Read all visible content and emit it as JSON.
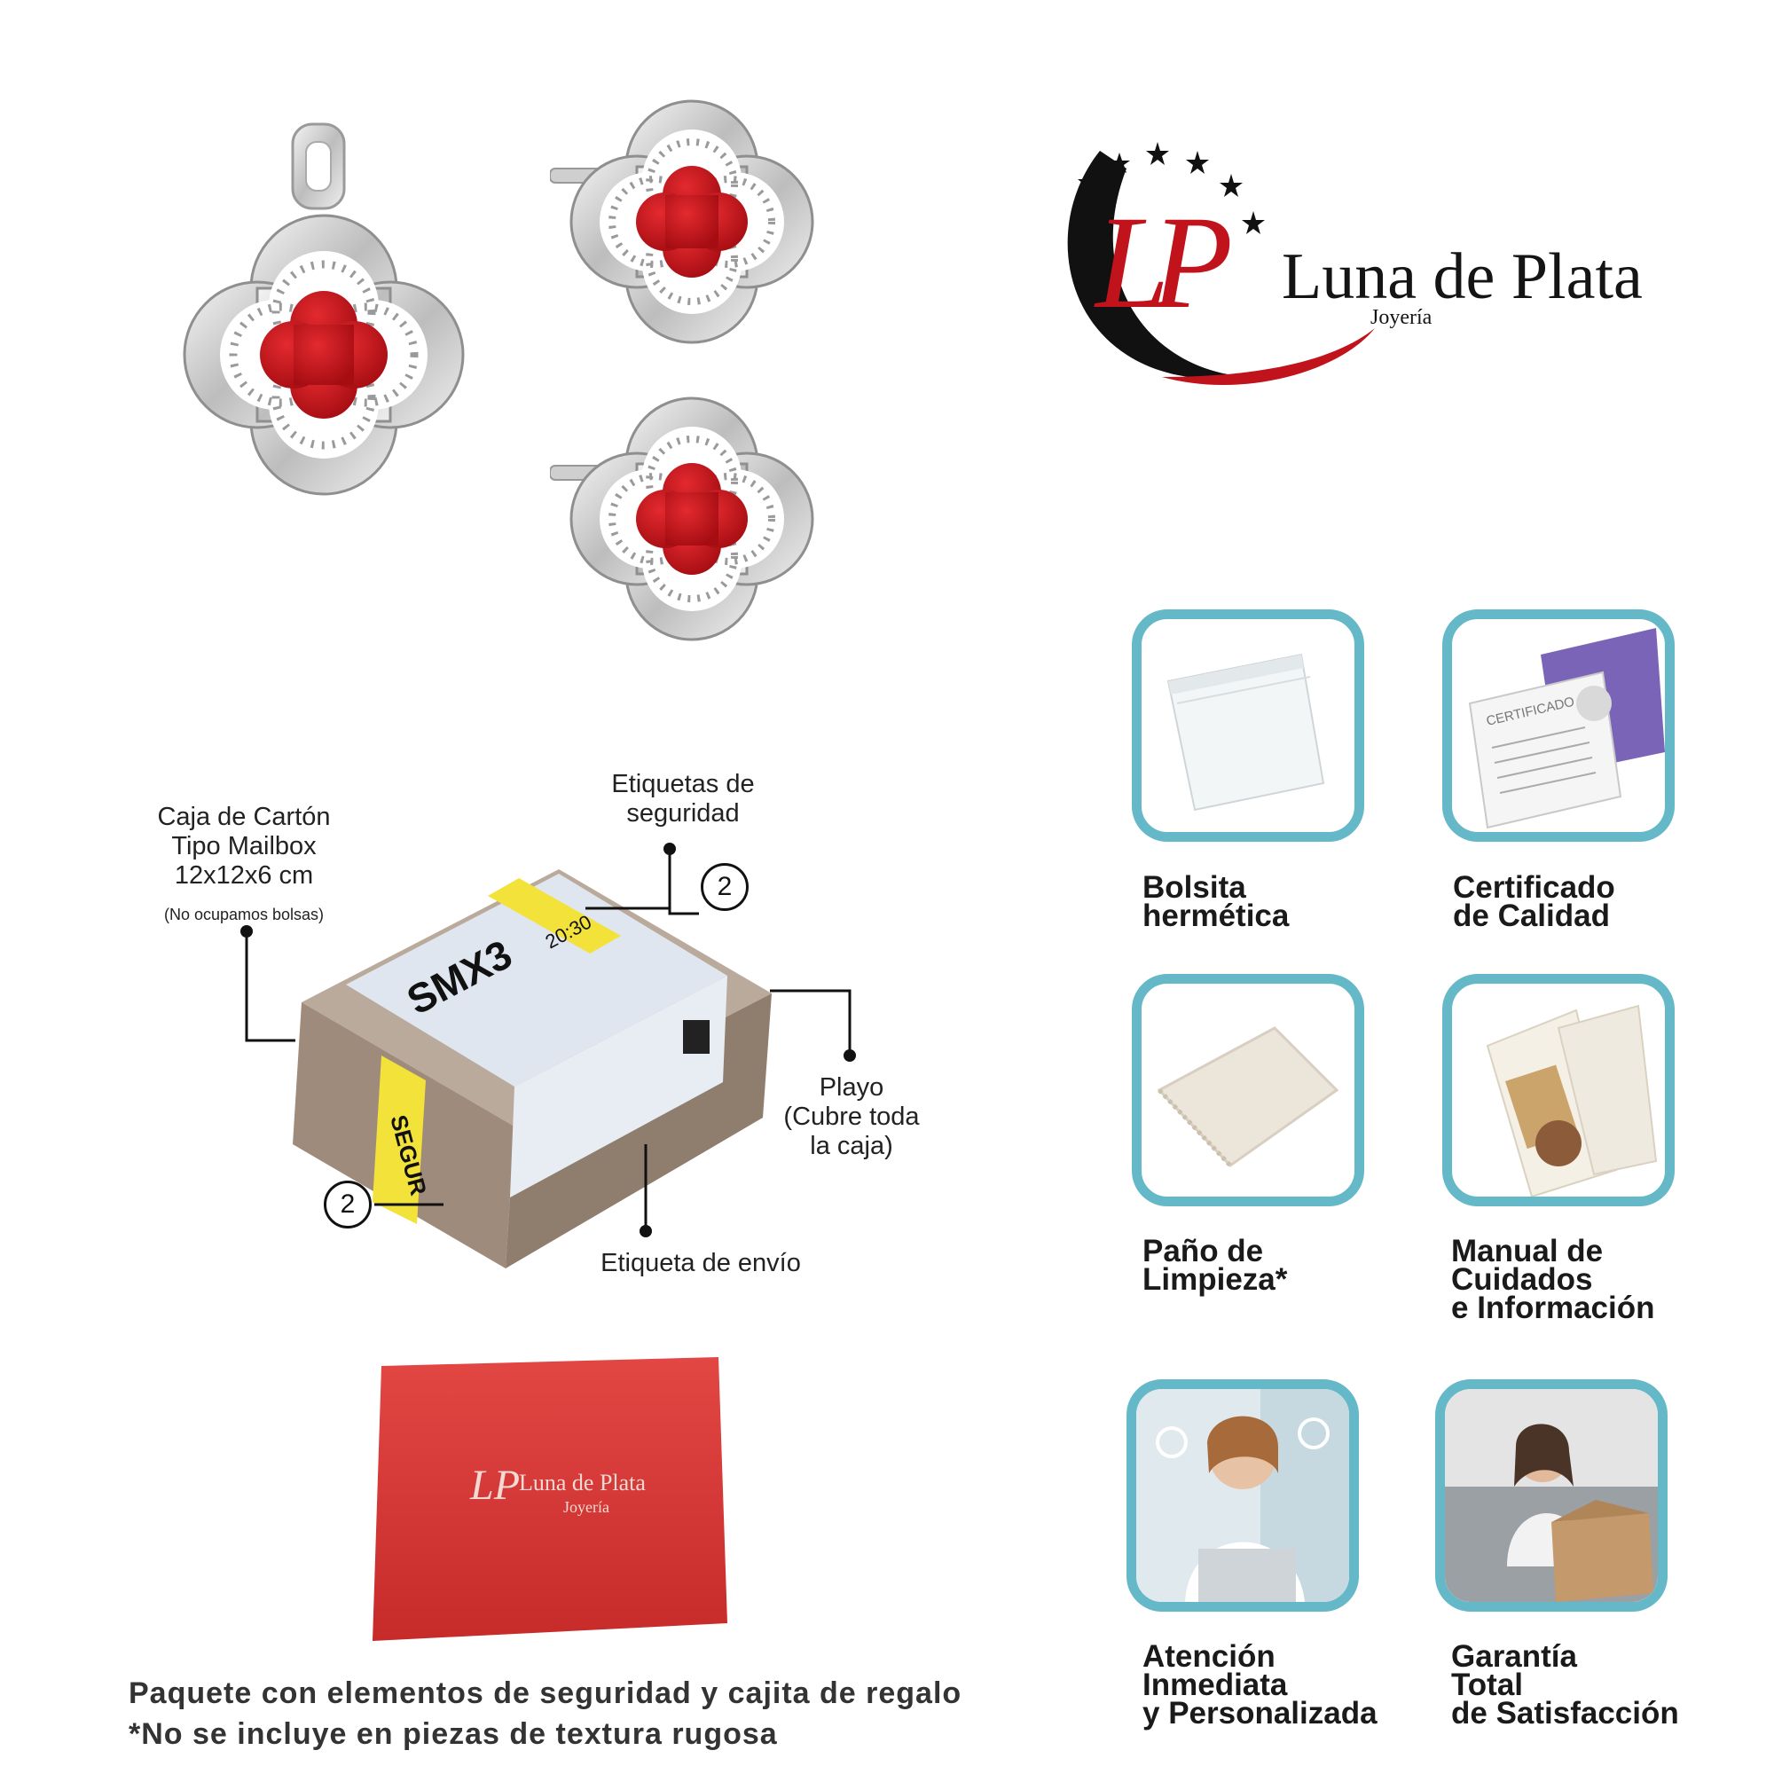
{
  "brand": {
    "name": "Luna de Plata",
    "sub": "Joyería",
    "mark": "LP",
    "colors": {
      "red": "#c0131b",
      "black": "#111111",
      "accent": "#65b8c8"
    }
  },
  "products": [
    {
      "name": "pendant",
      "enamel": "#c9141b"
    },
    {
      "name": "earring-top",
      "enamel": "#c9141b"
    },
    {
      "name": "earring-bottom",
      "enamel": "#c9141b"
    }
  ],
  "package": {
    "box_label": "Caja de Cartón\nTipo Mailbox\n12x12x6 cm",
    "box_note": "(No ocupamos bolsas)",
    "security_labels": "Etiquetas de\nseguridad",
    "wrap": "Playo\n(Cubre toda\nla caja)",
    "shipping_label": "Etiqueta de envío",
    "count_top": "2",
    "count_bottom": "2",
    "box_code": "SMX3",
    "box_time": "20:30",
    "box_tape": "SEGUR"
  },
  "giftbox": {
    "brand": "Luna de Plata",
    "sub": "Joyería"
  },
  "cards": [
    {
      "label": "Bolsita\nhermética",
      "icon": "bag-icon"
    },
    {
      "label": "Certificado\nde Calidad",
      "icon": "certificate-icon",
      "cert_title": "CERTIFICADO"
    },
    {
      "label": "Paño de\nLimpieza*",
      "icon": "cloth-icon"
    },
    {
      "label": "Manual de\nCuidados\ne Información",
      "icon": "manual-icon"
    },
    {
      "label": "Atención\nInmediata\ny Personalizada",
      "icon": "support-icon"
    },
    {
      "label": "Garantía\nTotal\nde Satisfacción",
      "icon": "satisfaction-icon"
    }
  ],
  "footer": {
    "line1": "Paquete con elementos de seguridad y cajita de regalo",
    "line2": "*No se incluye en piezas de textura rugosa"
  }
}
